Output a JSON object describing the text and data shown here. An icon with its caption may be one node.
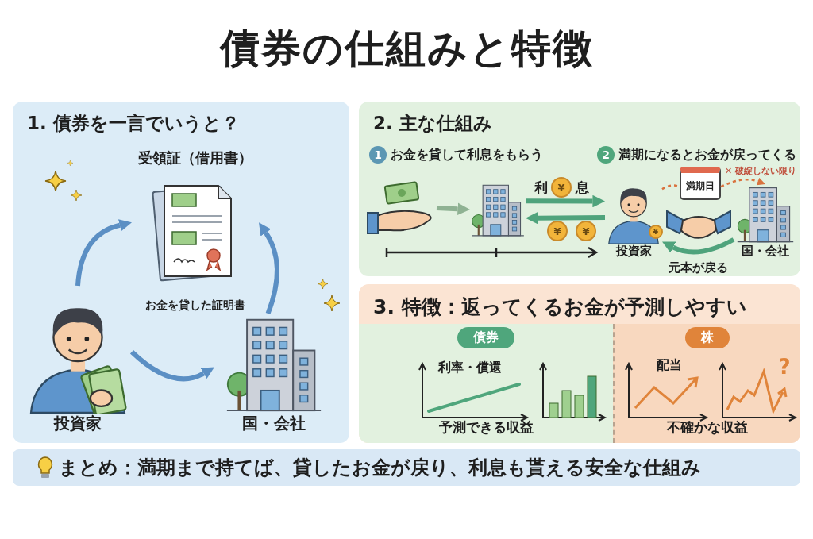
{
  "diagram": {
    "title": "債券の仕組みと特徴",
    "nodes": [
      {
        "text": [
          "1. 債券を一言でいうと？"
        ]
      },
      {
        "text": [
          "受領証（借用書）",
          "お金を貸した証明書"
        ],
        "in": 0
      },
      {
        "text": [
          "投資家"
        ],
        "in": 0
      },
      {
        "text": [
          "国・会社"
        ],
        "in": 0
      },
      {
        "text": [
          "2. 主な仕組み"
        ]
      },
      {
        "text": [],
        "shape": "picture",
        "in": 4
      },
      {
        "text": [],
        "shape": "picture",
        "in": 4
      },
      {
        "text": [
          "投資家"
        ],
        "in": 4
      },
      {
        "text": [
          "満期日"
        ],
        "in": 4
      },
      {
        "text": [
          "国・会社"
        ],
        "in": 4
      },
      {
        "text": [
          "3. 特徴：返ってくるお金が予測しやすい"
        ]
      },
      {
        "text": [
          "債券",
          "予測できる収益"
        ],
        "in": 10
      },
      {
        "text": [
          "株",
          "不確かな収益"
        ],
        "in": 10
      },
      {
        "text": [
          "まとめ：満期まで持てば、貸したお金が戻り、利息も貰える安全な仕組み"
        ]
      }
    ],
    "edges": [
      {
        "from": 2,
        "to": 3,
        "arrow": "to"
      },
      {
        "from": 2,
        "to": 1,
        "arrow": "to"
      },
      {
        "from": 3,
        "to": 1,
        "arrow": "to"
      },
      {
        "from": 5,
        "to": 6,
        "arrow": "to",
        "color": "#8fb293"
      },
      {
        "from": 6,
        "to": 7,
        "arrow": "to",
        "color": "#4fa37c"
      },
      {
        "from": 7,
        "to": 6,
        "arrow": "to",
        "color": "#4fa37c"
      },
      {
        "from": 7,
        "to": 8,
        "arrow": "none",
        "style": "dashed",
        "color": "#d9733f"
      },
      {
        "from": 8,
        "to": 9,
        "arrow": "to",
        "style": "dashed",
        "color": "#d9733f",
        "label": "✕ 破綻しない限り"
      },
      {
        "from": 9,
        "to": 7,
        "arrow": "to",
        "color": "#4fa37c",
        "label": "元本が戻る"
      }
    ],
    "labels": [
      "1",
      "お金を貸して利息をもらう",
      "2",
      "満期になるとお金が戻ってくる",
      "利",
      "¥",
      "息",
      "¥",
      "¥",
      "¥",
      "利率・償還",
      "配当",
      "?"
    ]
  }
}
